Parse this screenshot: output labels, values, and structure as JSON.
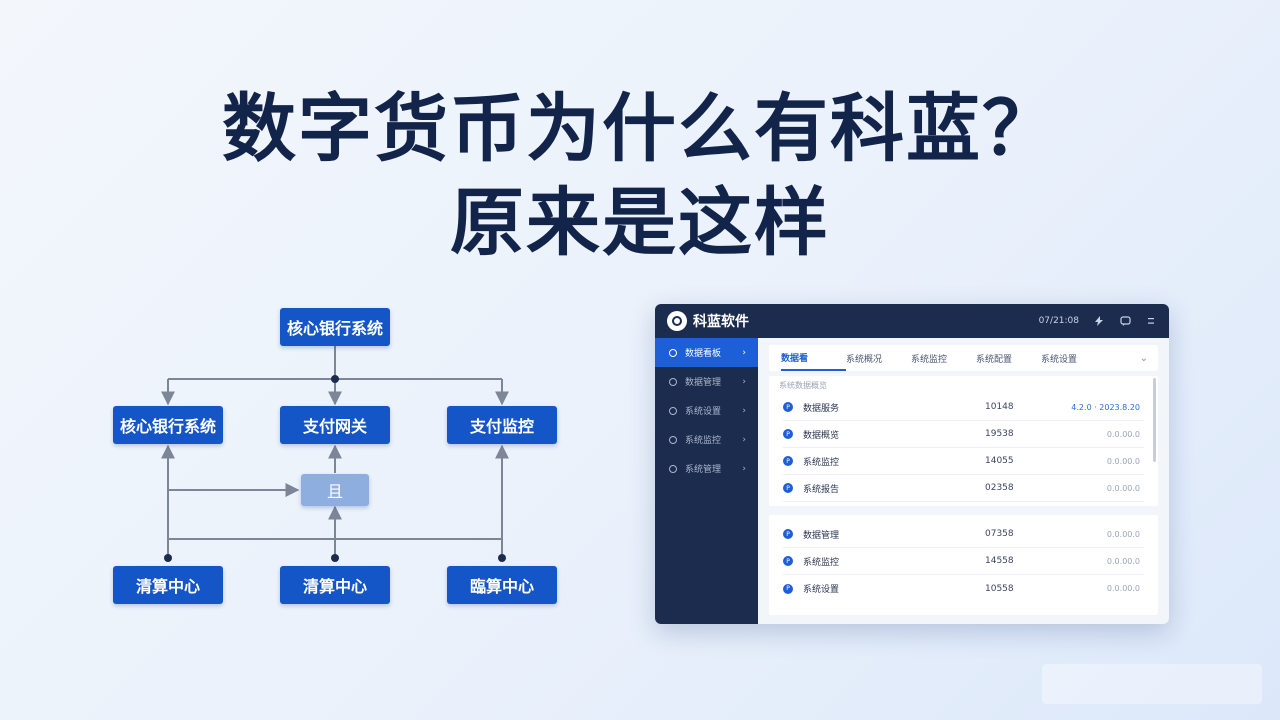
{
  "headline": {
    "line1": "数字货币为什么有科蓝？",
    "line2": "原来是这样"
  },
  "diagram": {
    "top_node": "核心银行系统",
    "middle_nodes": [
      "核心银行系统",
      "支付网关",
      "支付监控"
    ],
    "center_box": "且",
    "bottom_nodes": [
      "清算中心",
      "清算中心",
      "臨算中心"
    ],
    "node_color": "#1456c8",
    "line_color": "#7c8696"
  },
  "app": {
    "title": "科蓝软件",
    "header_text": "07/21:08",
    "sidebar": [
      {
        "label": "数据看板"
      },
      {
        "label": "数据管理"
      },
      {
        "label": "系统设置"
      },
      {
        "label": "系统监控"
      },
      {
        "label": "系统管理"
      }
    ],
    "tabs": [
      "数据看",
      "系统概况",
      "系统监控",
      "系统配置",
      "系统设置"
    ],
    "card1_caption": "系统数据概览",
    "card1_rows": [
      {
        "icon": "P",
        "label": "数据服务",
        "num": "10148",
        "status": "4.2.0 · 2023.8.20"
      },
      {
        "icon": "P",
        "label": "数据概览",
        "num": "19538",
        "status": "0.0.00.0"
      },
      {
        "icon": "P",
        "label": "系统监控",
        "num": "14055",
        "status": "0.0.00.0"
      },
      {
        "icon": "P",
        "label": "系统报告",
        "num": "02358",
        "status": "0.0.00.0"
      }
    ],
    "card2_rows": [
      {
        "icon": "P",
        "label": "数据管理",
        "num": "07358",
        "status": "0.0.00.0"
      },
      {
        "icon": "P",
        "label": "系统监控",
        "num": "14558",
        "status": "0.0.00.0"
      },
      {
        "icon": "P",
        "label": "系统设置",
        "num": "10558",
        "status": "0.0.00.0"
      }
    ],
    "accent_color": "#1d5fd6",
    "header_color": "#1c2c4e"
  }
}
